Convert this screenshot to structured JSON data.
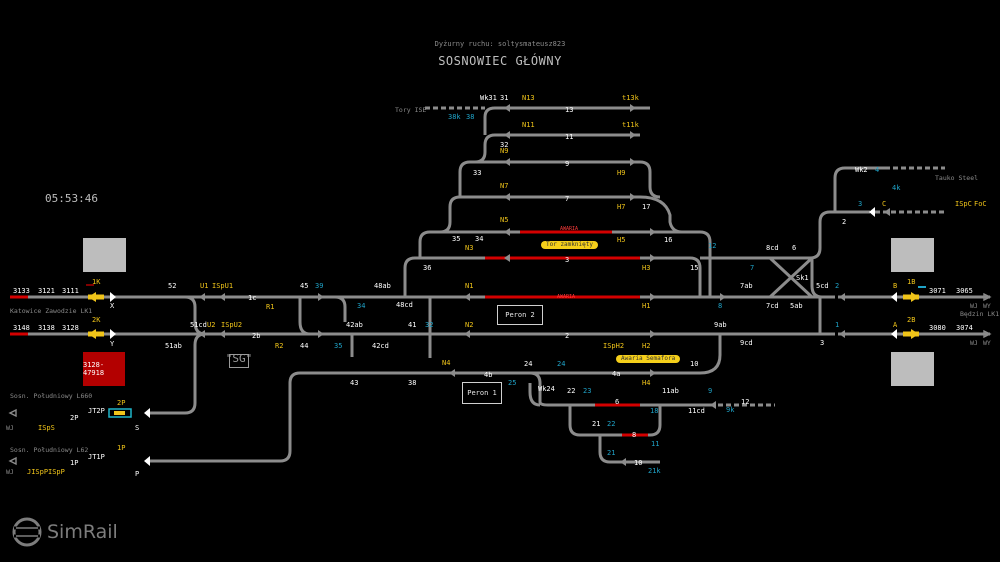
{
  "header": {
    "operator": "Dyżurny ruchu: soltysmateusz823",
    "station": "SOSNOWIEC GŁÓWNY",
    "clock": "05:53:46"
  },
  "signals_yellow": [
    "1K",
    "2K",
    "2P",
    "1P",
    "1B",
    "2B",
    "U1",
    "ISpU1",
    "U2",
    "ISpU2",
    "R1",
    "R2",
    "N1",
    "N2",
    "N3",
    "N4",
    "N5",
    "N7",
    "N9",
    "N11",
    "N13",
    "H1",
    "H2",
    "H3",
    "H4",
    "H5",
    "H7",
    "H9",
    "t11k",
    "t13k",
    "ISpH2",
    "C",
    "ISpC",
    "FoC",
    "JISpP",
    "ISpP",
    "ISpS"
  ],
  "signals_white": [
    "X",
    "Y",
    "S",
    "P",
    "B",
    "A"
  ],
  "blocks_left_top": [
    "3133",
    "3121",
    "3111"
  ],
  "blocks_left_bottom": [
    "3148",
    "3138",
    "3128"
  ],
  "blocks_right_top": [
    "3071",
    "3065"
  ],
  "blocks_right_bottom": [
    "3080",
    "3074"
  ],
  "train_box": "3128-47918",
  "pills": {
    "closed_track": "Tor zamknięty",
    "switch_fault": "Awaria Semafora"
  },
  "platforms": {
    "p1": "Peron 1",
    "p2": "Peron 2"
  },
  "sg_label": "\"SG\"",
  "directions": {
    "left_1": "Katowice Zawodzie LK1",
    "left_2": "Sosn. Południowy L660",
    "left_3": "Sosn. Południowy L62",
    "right_1": "Będzin LK1",
    "right_2": "Tauko Steel",
    "top": "Tory ISE"
  },
  "red_track_labels": [
    "AWARIA",
    "AWARIA"
  ],
  "logo": "SimRail",
  "colors": {
    "track": "#8c8c8c",
    "signal": "#f0c419",
    "cyan": "#1fa3c8",
    "occupied": "#d40000",
    "background": "#000000"
  }
}
